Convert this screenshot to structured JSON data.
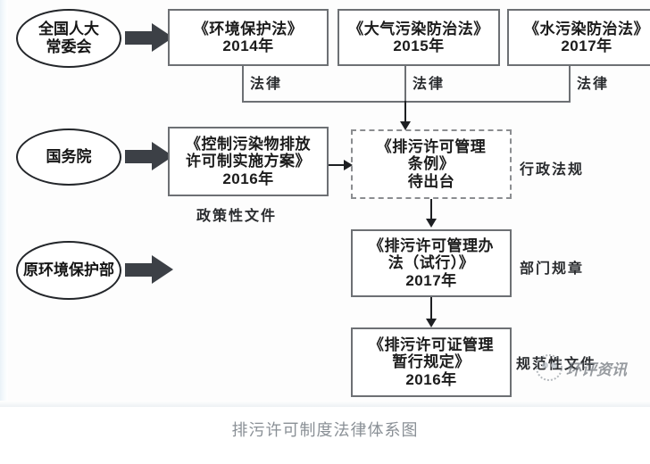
{
  "figure": {
    "caption": "排污许可制度法律体系图",
    "watermark": {
      "text": "环评资讯",
      "logo_icon": "panda-logo-icon"
    },
    "issuers": [
      {
        "id": "npc-standing-committee",
        "lines": [
          "全国人大",
          "常委会"
        ]
      },
      {
        "id": "state-council",
        "lines": [
          "国务院"
        ]
      },
      {
        "id": "former-mep",
        "lines": [
          "原环境保护部"
        ]
      }
    ],
    "laws": [
      {
        "id": "environmental-protection-law",
        "title": "《环境保护法》",
        "year": "2014年",
        "category": "法律"
      },
      {
        "id": "air-pollution-law",
        "title": "《大气污染防治法》",
        "year": "2015年",
        "category": "法律"
      },
      {
        "id": "water-pollution-law",
        "title": "《水污染防治法》",
        "year": "2017年",
        "category": "法律"
      }
    ],
    "policy_document": {
      "id": "pollutant-discharge-permit-plan",
      "lines": [
        "《控制污染物排放",
        "许可制实施方案》"
      ],
      "year": "2016年",
      "category": "政策性文件"
    },
    "regulations": [
      {
        "id": "discharge-permit-regulation",
        "lines": [
          "《排污许可管理",
          "条例》"
        ],
        "year": "待出台",
        "category": "行政法规",
        "status": "dashed"
      },
      {
        "id": "discharge-permit-measures",
        "lines": [
          "《排污许可管理办",
          "法（试行）》"
        ],
        "year": "2017年",
        "category": "部门规章",
        "status": "solid"
      },
      {
        "id": "discharge-permit-interim-rules",
        "lines": [
          "《排污许可证管理",
          "暂行规定》"
        ],
        "year": "2016年",
        "category": "规范性文件",
        "status": "solid"
      }
    ],
    "arrow_icons": {
      "issuer_arrow": "block-arrow-right-icon",
      "flow_down": "arrow-down-icon",
      "flow_right": "arrow-right-icon"
    }
  }
}
